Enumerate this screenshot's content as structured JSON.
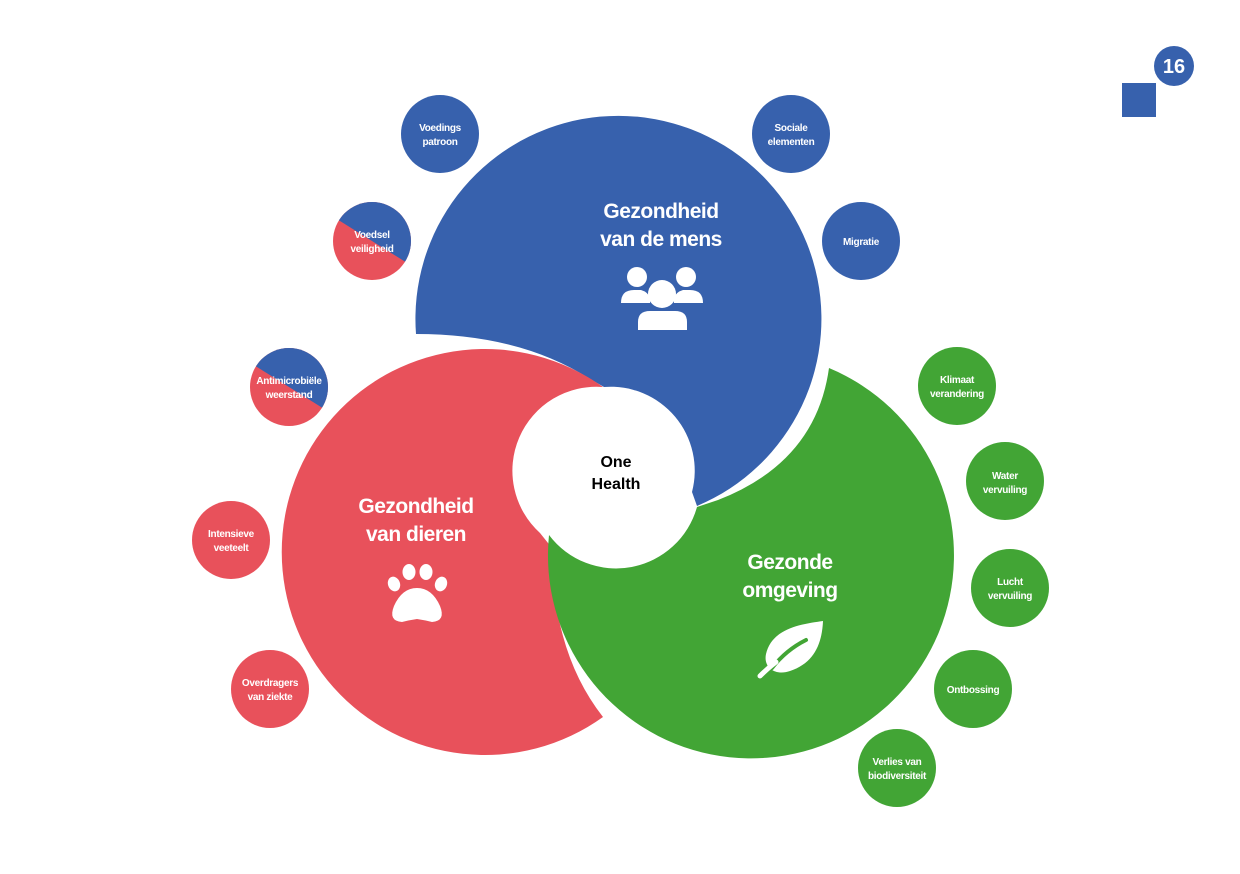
{
  "page_number": "16",
  "colors": {
    "human": "#3761ad",
    "animal": "#e8515b",
    "environment": "#42a535",
    "center_text": "#000000",
    "label_text": "#ffffff"
  },
  "center": {
    "line1": "One",
    "line2": "Health"
  },
  "domains": {
    "human": {
      "line1": "Gezondheid",
      "line2": "van de mens",
      "icon": "people-icon"
    },
    "animal": {
      "line1": "Gezondheid",
      "line2": "van dieren",
      "icon": "paw-icon"
    },
    "environment": {
      "line1": "Gezonde",
      "line2": "omgeving",
      "icon": "leaf-icon"
    }
  },
  "factors": {
    "voedingspatroon": {
      "line1": "Voedings",
      "line2": "patroon"
    },
    "sociale_elementen": {
      "line1": "Sociale",
      "line2": "elementen"
    },
    "voedselveiligheid": {
      "line1": "Voedsel",
      "line2": "veiligheid"
    },
    "migratie": {
      "line1": "Migratie"
    },
    "antimicrobiele_weerstand": {
      "line1": "Antimicrobiële",
      "line2": "weerstand"
    },
    "intensieve_veeteelt": {
      "line1": "Intensieve",
      "line2": "veeteelt"
    },
    "overdragers_van_ziekte": {
      "line1": "Overdragers",
      "line2": "van ziekte"
    },
    "klimaatverandering": {
      "line1": "Klimaat",
      "line2": "verandering"
    },
    "watervervuiling": {
      "line1": "Water",
      "line2": "vervuiling"
    },
    "luchtvervuiling": {
      "line1": "Lucht",
      "line2": "vervuiling"
    },
    "ontbossing": {
      "line1": "Ontbossing"
    },
    "verlies_biodiversiteit": {
      "line1": "Verlies van",
      "line2": "biodiversiteit"
    }
  }
}
